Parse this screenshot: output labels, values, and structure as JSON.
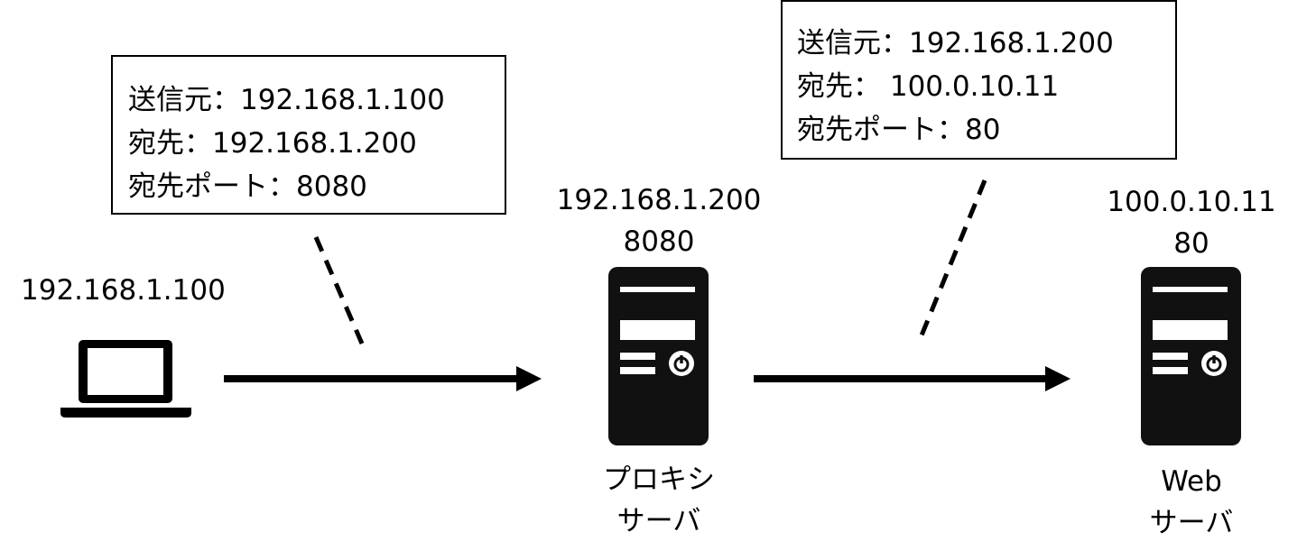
{
  "client": {
    "ip": "192.168.1.100"
  },
  "proxy": {
    "ip": "192.168.1.200",
    "port": "8080",
    "label_line1": "プロキシ",
    "label_line2": "サーバ"
  },
  "web": {
    "ip": "100.0.10.11",
    "port": "80",
    "label_line1": "Web",
    "label_line2": "サーバ"
  },
  "packet1": {
    "src": "送信元：192.168.1.100",
    "dst": "宛先：192.168.1.200",
    "dport": "宛先ポート：8080"
  },
  "packet2": {
    "src": "送信元：192.168.1.200",
    "dst": "宛先： 100.0.10.11",
    "dport": "宛先ポート：80"
  },
  "colors": {
    "stroke": "#000000",
    "server_fill": "#111111",
    "background": "#ffffff"
  },
  "icons": {
    "client": "laptop-icon",
    "proxy": "server-icon",
    "web": "server-icon",
    "power": "power-icon"
  }
}
